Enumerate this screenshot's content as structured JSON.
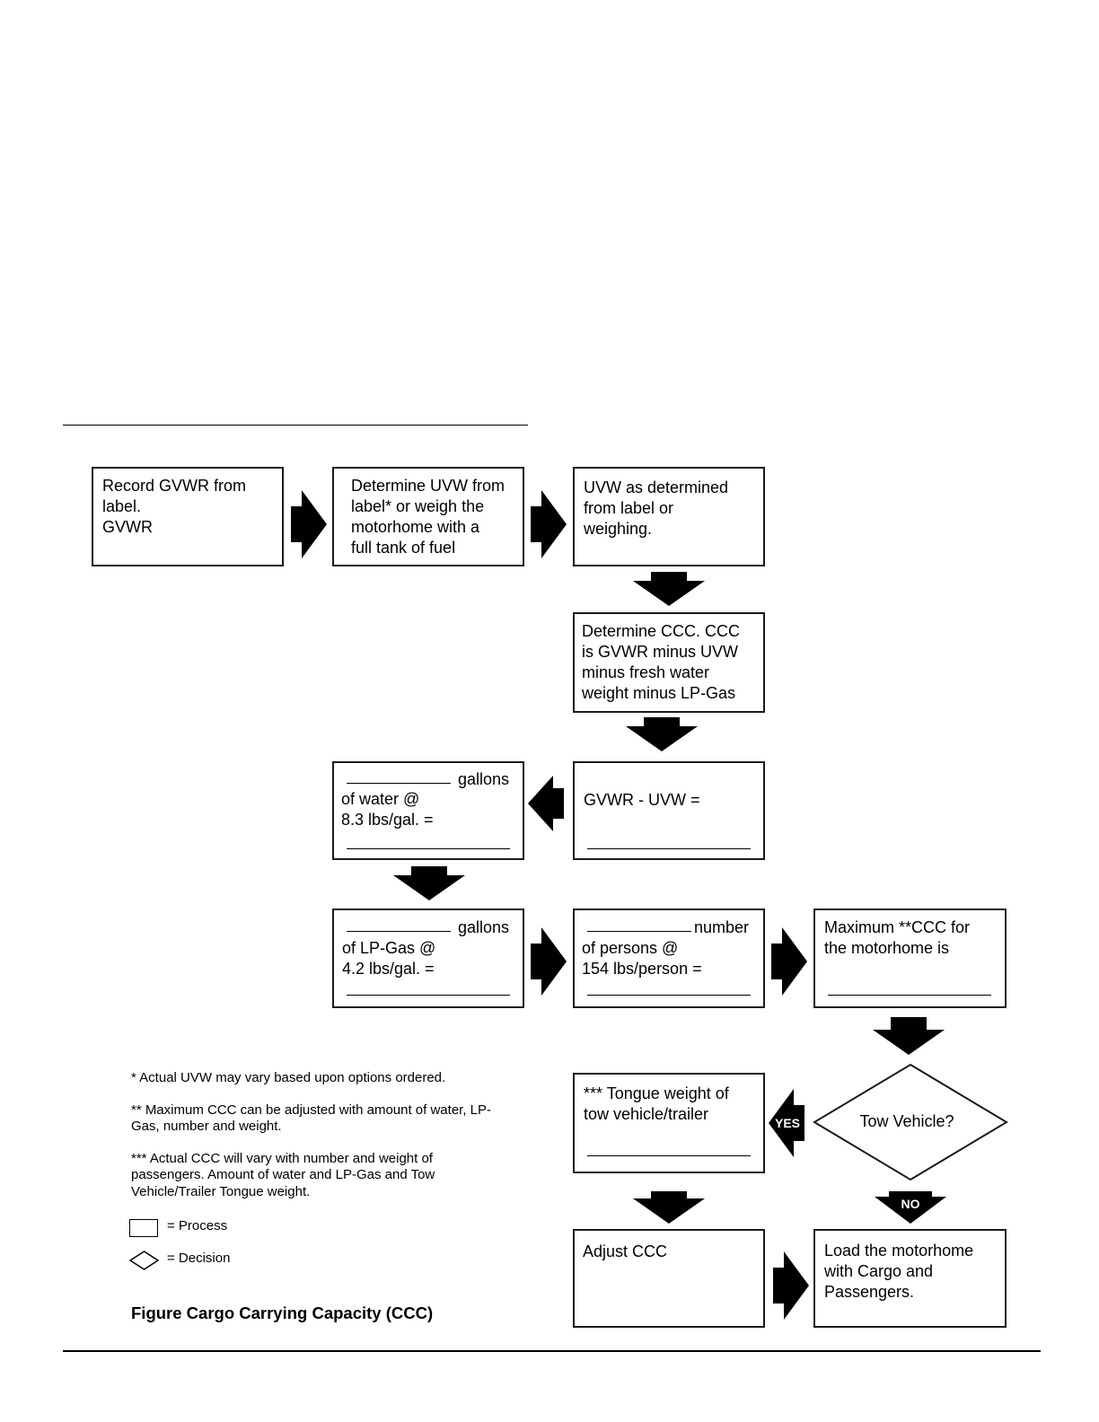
{
  "flowchart": {
    "boxes": {
      "record_gvwr": "Record GVWR from\nlabel.\nGVWR",
      "determine_uvw": "Determine UVW from\nlabel* or weigh the\nmotorhome with a\nfull tank of fuel",
      "uvw_determined": "UVW as determined\nfrom label or\nweighing.",
      "determine_ccc": "Determine CCC. CCC\nis GVWR minus UVW\nminus fresh water\nweight minus LP-Gas",
      "gvwr_minus_uvw": "GVWR - UVW =",
      "water_suffix": "gallons",
      "water_rest": "of water @\n8.3 lbs/gal. =",
      "lpgas_suffix": "gallons",
      "lpgas_rest": "of LP-Gas @\n4.2 lbs/gal. =",
      "persons_suffix": "number",
      "persons_rest": "of persons @\n154 lbs/person =",
      "max_ccc": "Maximum **CCC for\nthe motorhome is",
      "tongue_weight": "*** Tongue weight of\ntow vehicle/trailer",
      "adjust_ccc": "Adjust CCC",
      "load_motorhome": "Load the motorhome\nwith Cargo and\nPassengers."
    },
    "decision": "Tow Vehicle?",
    "yes_label": "YES",
    "no_label": "NO"
  },
  "notes": [
    "* Actual UVW may vary based upon options ordered.",
    "** Maximum CCC can be adjusted with amount of water, LP-Gas, number and weight.",
    "*** Actual CCC will vary with number and weight of passengers. Amount of water and LP-Gas and Tow Vehicle/Trailer Tongue weight."
  ],
  "legend": {
    "process": "= Process",
    "decision": "= Decision"
  },
  "caption": "Figure Cargo Carrying Capacity (CCC)"
}
